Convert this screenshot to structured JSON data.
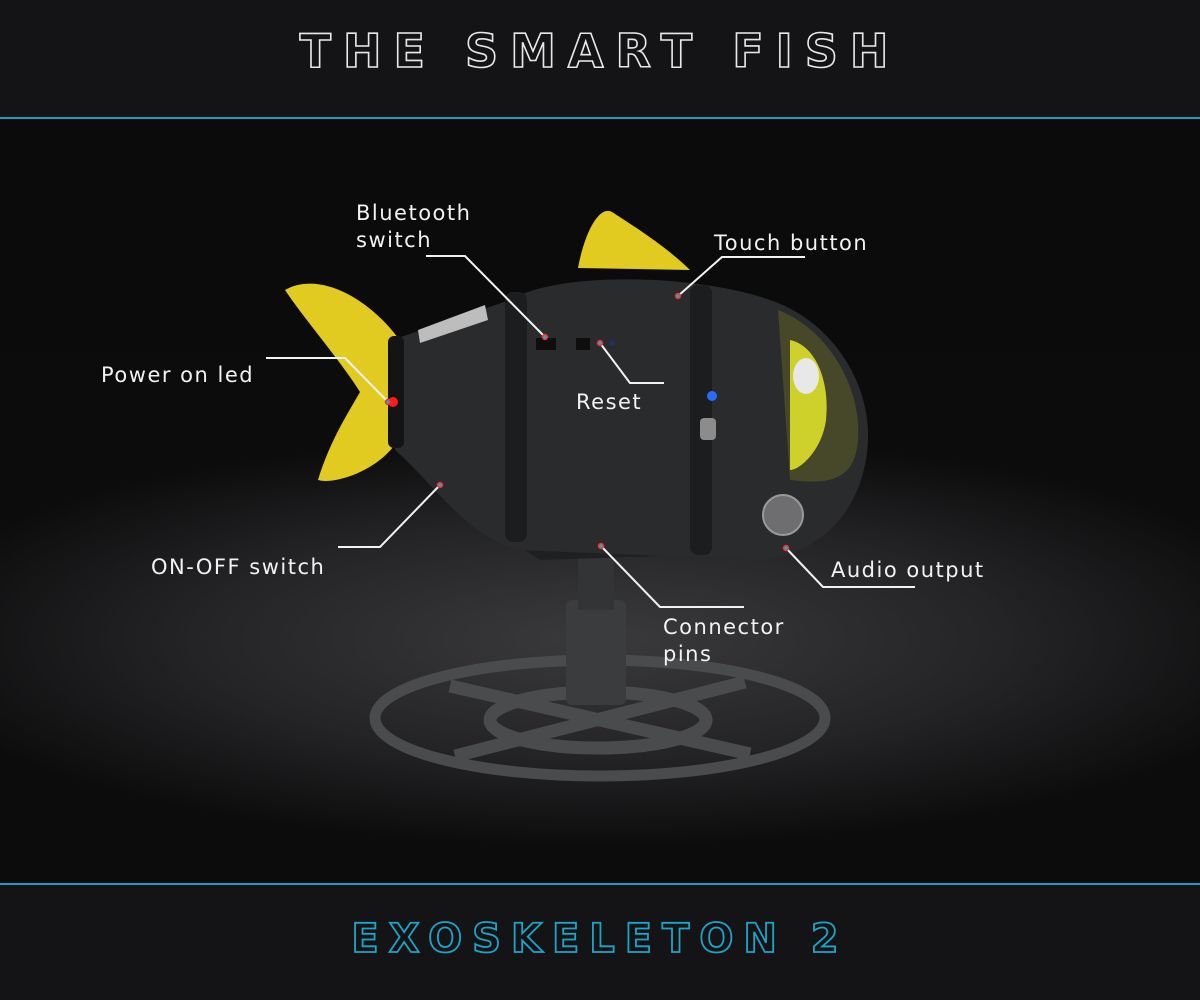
{
  "header": {
    "title": "THE SMART FISH"
  },
  "footer": {
    "subtitle": "EXOSKELETON 2"
  },
  "colors": {
    "accent": "#1f9bbd",
    "fin": "#e6cf1e",
    "body": "#2a2b2d",
    "led_red": "#ff1a1a",
    "led_blue": "#1e5cff"
  },
  "callouts": [
    {
      "id": "bluetooth",
      "line1": "Bluetooth",
      "line2": "switch"
    },
    {
      "id": "touch",
      "line1": "Touch button"
    },
    {
      "id": "power-led",
      "line1": "Power on led"
    },
    {
      "id": "reset",
      "line1": "Reset"
    },
    {
      "id": "onoff",
      "line1": "ON-OFF switch"
    },
    {
      "id": "audio",
      "line1": "Audio output"
    },
    {
      "id": "connector",
      "line1": "Connector",
      "line2": "pins"
    }
  ]
}
